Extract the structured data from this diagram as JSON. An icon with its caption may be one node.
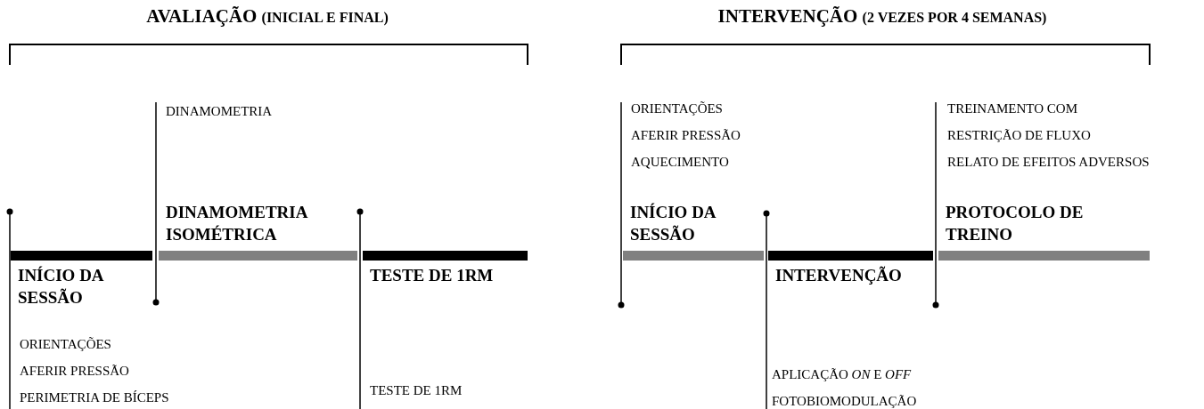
{
  "diagram": {
    "nodes": [
      {
        "text": [
          "INÍCIO DA SESSÃO"
        ],
        "beside": [
          "ORIENTAÇÕES",
          "AFERIR PRESSÃO",
          "PERIMETRIA DE BÍCEPS"
        ]
      },
      {
        "text": [
          "DINAMOMETRIA ISOMÉTRICA"
        ]
      },
      {
        "text": [
          "TESTE DE 1RM"
        ]
      },
      {
        "text": [
          "INÍCIO DA SESSÃO"
        ],
        "beside": [
          "ORIENTAÇÕES",
          "AFERIR PRESSÃO",
          "AQUECIMENTO"
        ]
      },
      {
        "text": [
          "INTERVENÇÃO"
        ],
        "beside": [
          "APLICAÇÃO *ON* E *OFF*",
          "FOTOBIOMODULAÇÃO"
        ]
      },
      {
        "text": [
          "PROTOCOLO DE TREINO"
        ],
        "beside": [
          "TREINAMENTO COM",
          "RESTRIÇÃO DE FLUXO",
          "RELATO DE EFEITOS ADVERSOS"
        ]
      }
    ],
    "edges": [],
    "labels": [
      "AVALIAÇÃO (INICIAL E FINAL)",
      "INTERVENÇÃO (2 VEZES POR 4 SEMANAS)",
      "DINAMOMETRIA",
      "TESTE DE 1RM"
    ]
  }
}
